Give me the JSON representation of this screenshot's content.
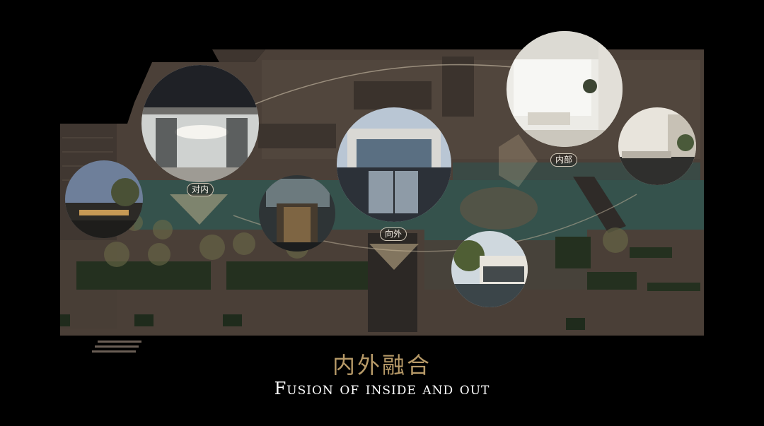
{
  "labels": {
    "inward": "对内",
    "outward": "向外",
    "interior": "内部"
  },
  "title": {
    "chinese": "内外融合",
    "english": "Fusion of inside and out"
  },
  "colors": {
    "background": "#000000",
    "title_gold": "#b79a68",
    "title_white": "#ffffff",
    "plan_brown": "#4b4038",
    "water_green": "#35524c",
    "hedge_green": "#24301f"
  }
}
